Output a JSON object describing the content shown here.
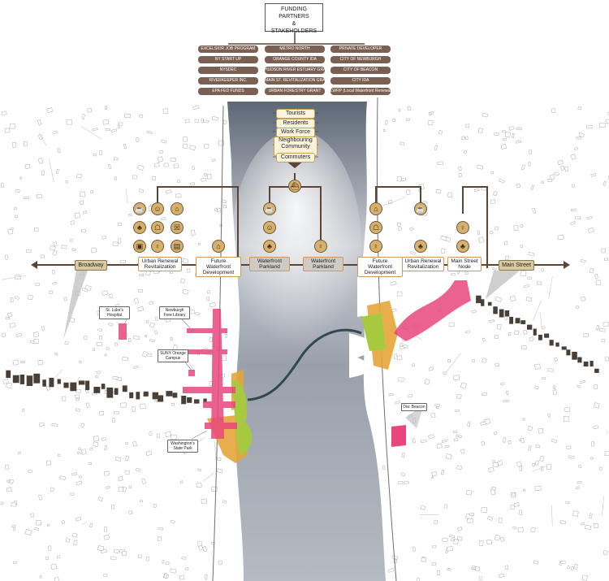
{
  "title": {
    "line1": "FUNDING PARTNERS",
    "line2": "&",
    "line3": "STAKEHOLDERS"
  },
  "funding": {
    "left": [
      "EXCELSIOR JOB PROGRAM",
      "NY START UP",
      "NYSDEC",
      "RIVERKEEPER INC.",
      "EPA FED FUNDS"
    ],
    "center": [
      "METRO NORTH",
      "ORANGE COUNTY IDA",
      "HUDSON RIVER ESTUARY GRANT",
      "MAIN ST. REVITALIZATION GRANT",
      "URBAN FORESTRY GRANT"
    ],
    "right": [
      "PRIVATE DEVELOPER",
      "CITY OF NEWBURGH",
      "CITY OF BEACON",
      "CITY IDA",
      "LWRP (Local Waterfront Renewal Program)"
    ]
  },
  "stakeholders": {
    "tourists": "Tourists",
    "residents": "Residents",
    "workforce": "Work Force",
    "community": "Neighbouring Community",
    "commuters": "Commuters"
  },
  "nodes": {
    "urban_renewal_left": "Urban Renewal Revitalization",
    "future_waterfront_left": "Future Waterfront Development",
    "waterfront_parkland_left": "Waterfront Parkland",
    "waterfront_parkland_right": "Waterfront Parkland",
    "future_waterfront_right": "Future Waterfront Development",
    "urban_renewal_right": "Urban Renewal Revitalization",
    "main_street_node": "Main Street Node"
  },
  "streets": {
    "left": "Broadway",
    "right": "Main Street"
  },
  "callouts": {
    "st_lukes": "St. Luke's Hospital",
    "newburgh_library": "Newburgh Free Library",
    "suny": "SUNY Orange Campus",
    "washington": "Washington's State Park",
    "dia_beacon": "Dia: Beacon"
  },
  "icons": {
    "left_cluster": [
      "dining-icon",
      "family-icon",
      "market-icon",
      "tree-icon",
      "housing-icon",
      "retail-icon",
      "car-icon",
      "person-icon",
      "station-icon",
      "house-icon"
    ],
    "center_left": [
      "dining-icon",
      "family-icon",
      "tree-icon"
    ],
    "ferry": "ferry-icon",
    "center_right": "person-icon",
    "right_cluster": [
      "house-icon",
      "dining-icon",
      "housing-icon",
      "person-icon",
      "tree-icon",
      "person-icon",
      "tree-icon"
    ]
  },
  "colors": {
    "river": "#9ea3ad",
    "connector": "#5c4535",
    "pink": "#e8467d",
    "green": "#a7c940",
    "orange": "#e6a53a"
  }
}
